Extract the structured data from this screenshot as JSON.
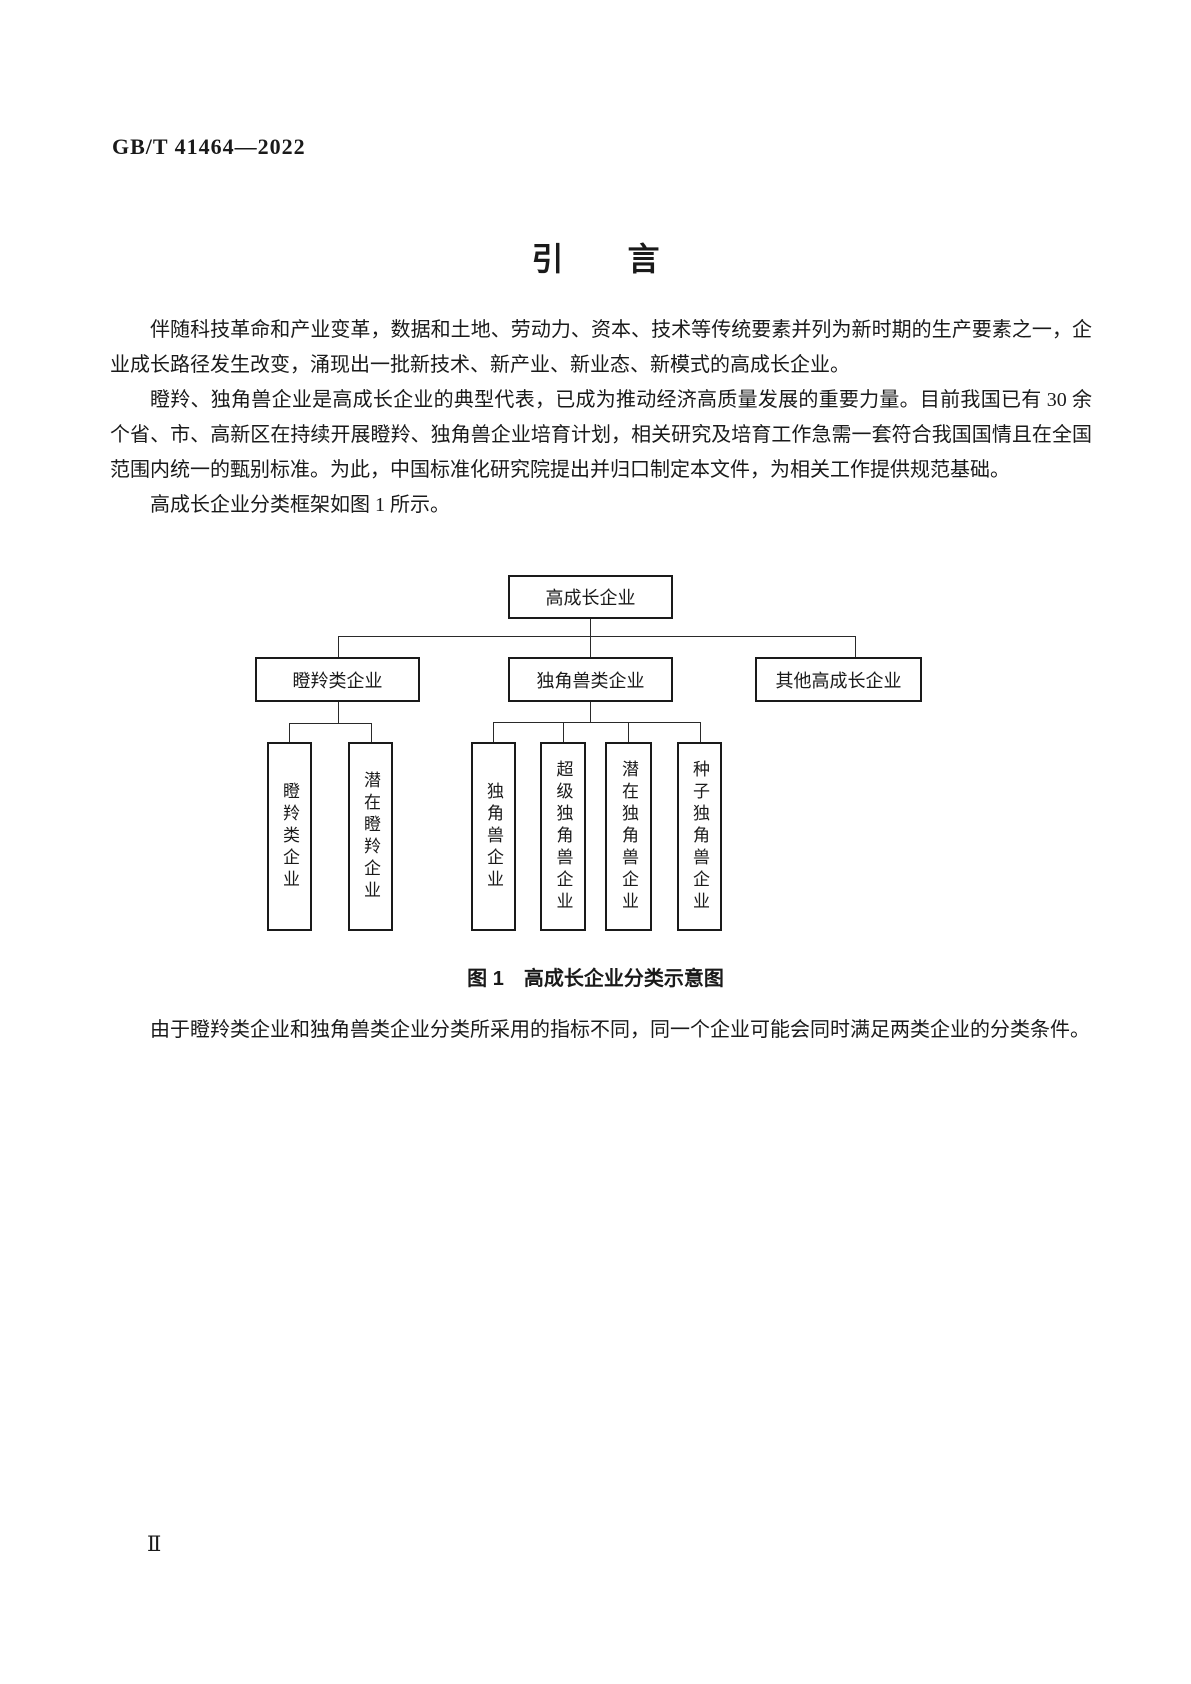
{
  "page": {
    "doc_number": "GB/T 41464—2022",
    "page_number": "Ⅱ"
  },
  "intro": {
    "title": "引　　言",
    "paragraphs": [
      "伴随科技革命和产业变革，数据和土地、劳动力、资本、技术等传统要素并列为新时期的生产要素之一，企业成长路径发生改变，涌现出一批新技术、新产业、新业态、新模式的高成长企业。",
      "瞪羚、独角兽企业是高成长企业的典型代表，已成为推动经济高质量发展的重要力量。目前我国已有 30 余个省、市、高新区在持续开展瞪羚、独角兽企业培育计划，相关研究及培育工作急需一套符合我国国情且在全国范围内统一的甄别标准。为此，中国标准化研究院提出并归口制定本文件，为相关工作提供规范基础。",
      "高成长企业分类框架如图 1 所示。"
    ],
    "closing_paragraph": "由于瞪羚类企业和独角兽类企业分类所采用的指标不同，同一个企业可能会同时满足两类企业的分类条件。"
  },
  "figure": {
    "caption": "图 1　高成长企业分类示意图",
    "tree": {
      "root": "高成长企业",
      "level2": [
        "瞪羚类企业",
        "独角兽类企业",
        "其他高成长企业"
      ],
      "gazelle_children": [
        "瞪羚类企业",
        "潜在瞪羚企业"
      ],
      "unicorn_children": [
        "独角兽企业",
        "超级独角兽企业",
        "潜在独角兽企业",
        "种子独角兽企业"
      ]
    }
  }
}
